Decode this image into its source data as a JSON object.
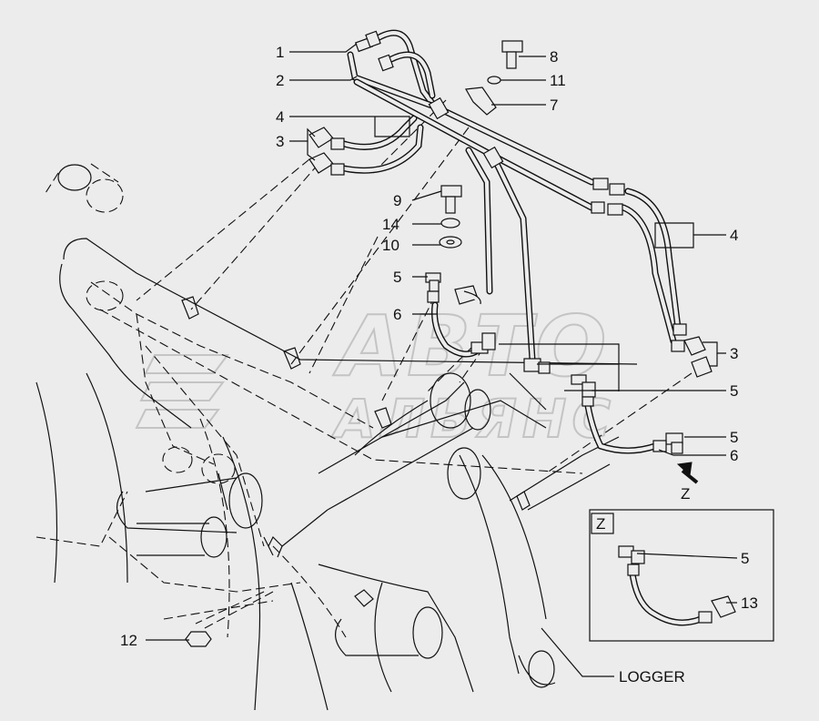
{
  "callouts": {
    "c1": "1",
    "c2": "2",
    "c3a": "3",
    "c3b": "3",
    "c4a": "4",
    "c4b": "4",
    "c5a": "5",
    "c5b": "5",
    "c5c": "5",
    "c5d": "5",
    "c6a": "6",
    "c6b": "6",
    "c7": "7",
    "c8": "8",
    "c9": "9",
    "c10": "10",
    "c11": "11",
    "c12": "12",
    "c13": "13",
    "c14": "14"
  },
  "view_marker": "Z",
  "inset": {
    "title": "Z"
  },
  "logger_label": "LOGGER",
  "watermark": {
    "line1": "АВТО",
    "line2": "АЛЬЯНС"
  },
  "colors": {
    "background": "#ececec",
    "line": "#111111",
    "watermark": "#c4c4c4"
  }
}
